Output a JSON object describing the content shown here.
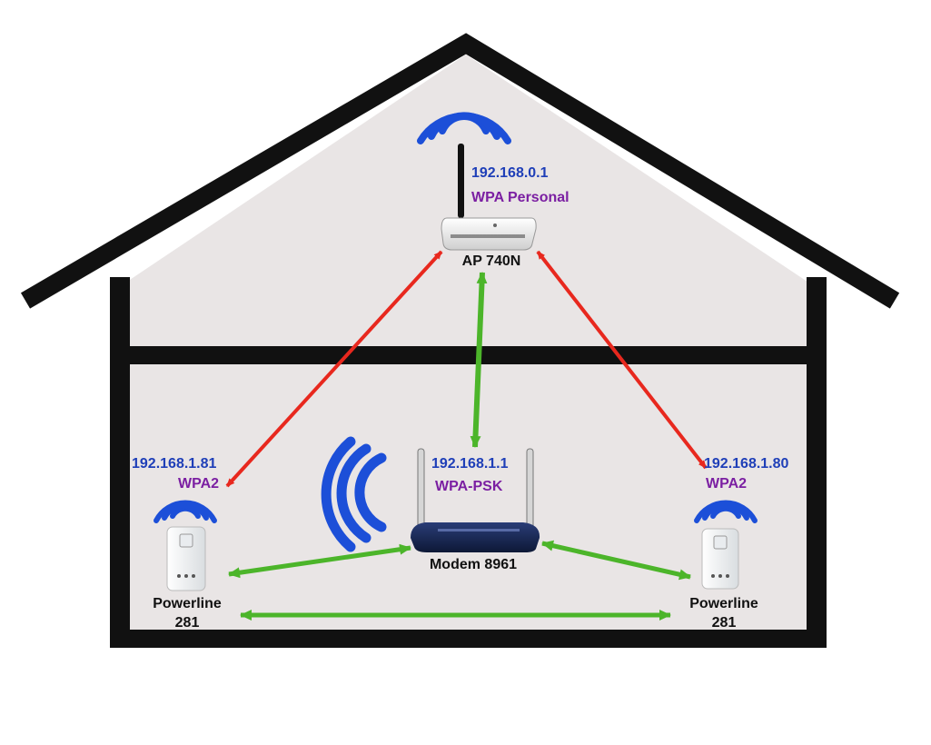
{
  "colors": {
    "house_fill": "#e9e5e5",
    "house_outline": "#111111",
    "ip_text": "#1f3fb8",
    "security_text": "#7b1fa2",
    "wireless_link": "#e8281e",
    "wired_link": "#4cb52a",
    "wifi_waves": "#1c4fd8"
  },
  "devices": {
    "ap": {
      "ip": "192.168.0.1",
      "security": "WPA Personal",
      "name": "AP 740N"
    },
    "modem": {
      "ip": "192.168.1.1",
      "security": "WPA-PSK",
      "name": "Modem 8961"
    },
    "powerline_left": {
      "ip": "192.168.1.81",
      "security": "WPA2",
      "name_line1": "Powerline",
      "name_line2": "281"
    },
    "powerline_right": {
      "ip": "192.168.1.80",
      "security": "WPA2",
      "name_line1": "Powerline",
      "name_line2": "281"
    }
  },
  "icons": {
    "ap_wifi": "wifi-waves-icon",
    "modem_wifi": "wifi-waves-icon",
    "powerline_wifi": "wifi-waves-icon",
    "router": "router-icon",
    "modem": "modem-icon",
    "powerline": "powerline-adapter-icon"
  }
}
